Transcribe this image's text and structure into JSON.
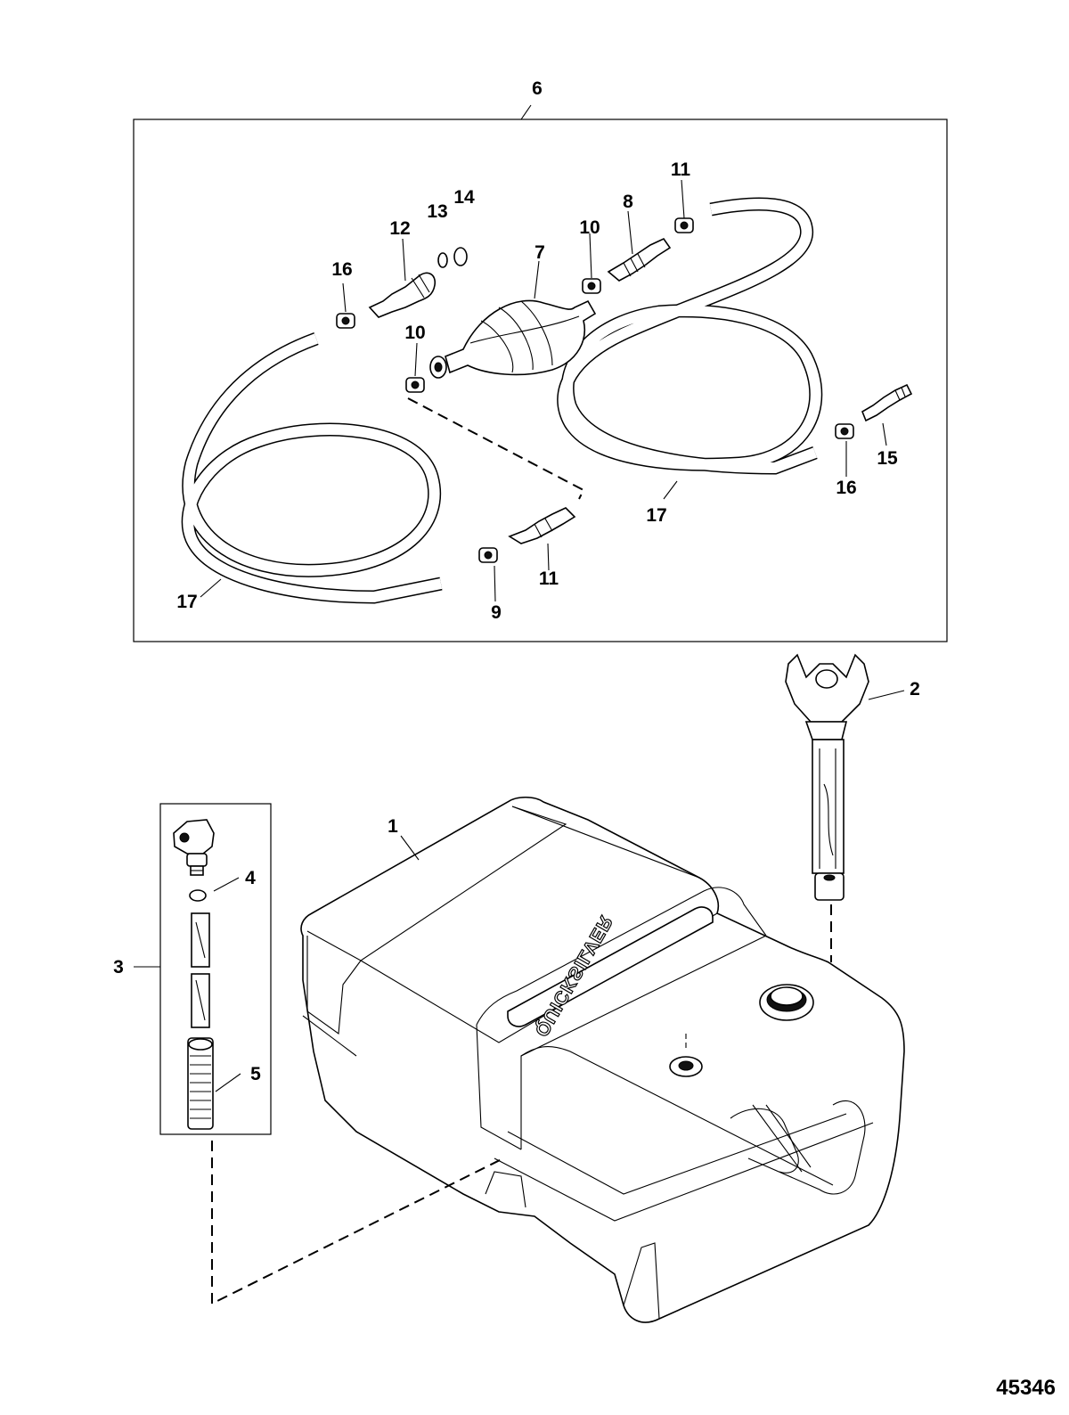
{
  "figure_number": "45346",
  "brand_logo": "QUICKSILVER",
  "callouts": [
    {
      "id": "c1",
      "label": "1"
    },
    {
      "id": "c2",
      "label": "2"
    },
    {
      "id": "c3",
      "label": "3"
    },
    {
      "id": "c4",
      "label": "4"
    },
    {
      "id": "c5",
      "label": "5"
    },
    {
      "id": "c6",
      "label": "6"
    },
    {
      "id": "c7",
      "label": "7"
    },
    {
      "id": "c8",
      "label": "8"
    },
    {
      "id": "c9",
      "label": "9"
    },
    {
      "id": "c10a",
      "label": "10"
    },
    {
      "id": "c10b",
      "label": "10"
    },
    {
      "id": "c11a",
      "label": "11"
    },
    {
      "id": "c11b",
      "label": "11"
    },
    {
      "id": "c12",
      "label": "12"
    },
    {
      "id": "c13",
      "label": "13"
    },
    {
      "id": "c14",
      "label": "14"
    },
    {
      "id": "c15",
      "label": "15"
    },
    {
      "id": "c16a",
      "label": "16"
    },
    {
      "id": "c16b",
      "label": "16"
    },
    {
      "id": "c17a",
      "label": "17"
    },
    {
      "id": "c17b",
      "label": "17"
    }
  ]
}
